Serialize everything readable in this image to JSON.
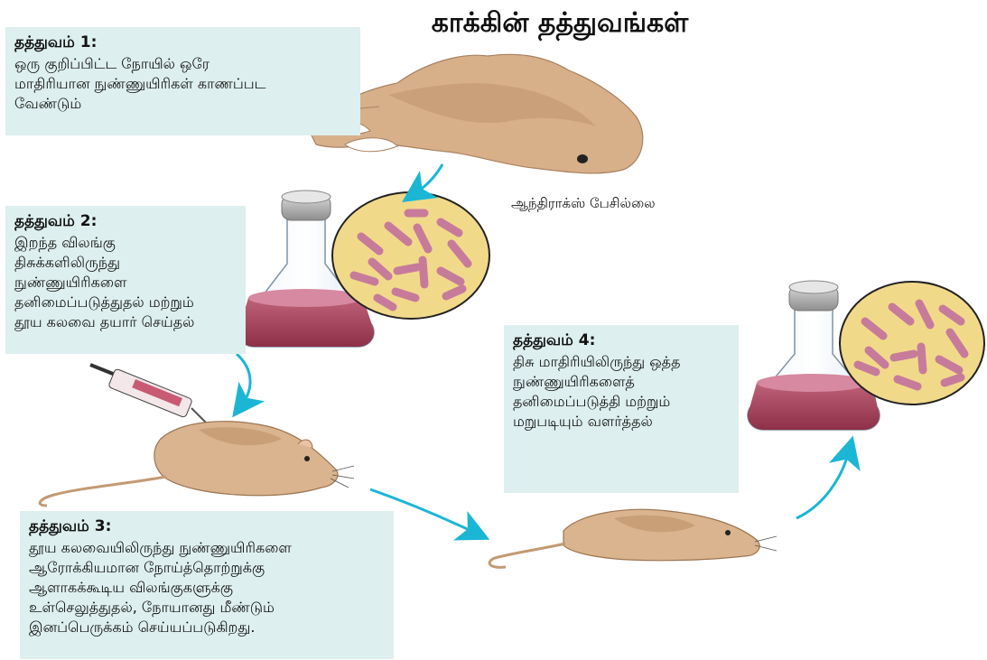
{
  "title": "காக்கின் தத்துவங்கள்",
  "postulates": [
    {
      "heading": "தத்துவம் 1:",
      "lines": [
        "ஒரு குறிப்பிட்ட நோயில் ஒரே",
        "மாதிரியான நுண்ணுயிரிகள் காணப்பட",
        "வேண்டும்"
      ]
    },
    {
      "heading": "தத்துவம் 2:",
      "lines": [
        "இறந்த விலங்கு",
        "திசுக்களிலிருந்து",
        "நுண்ணுயிரிகளை",
        "தனிமைப்படுத்துதல் மற்றும்",
        "தூய கலவை தயார் செய்தல்"
      ]
    },
    {
      "heading": "தத்துவம் 3:",
      "lines": [
        "தூய கலவையிலிருந்து நுண்ணுயிரிகளை",
        "ஆரோக்கியமான நோய்த்தொற்றுக்கு",
        "ஆளாகக்கூடிய விலங்குகளுக்கு",
        "உள்செலுத்துதல், நோயானது மீண்டும்",
        "இனப்பெருக்கம் செய்யப்படுகிறது."
      ]
    },
    {
      "heading": "தத்துவம் 4:",
      "lines": [
        "திசு மாதிரியிலிருந்து ஒத்த",
        "நுண்ணுயிரிகளைத்",
        "தனிமைப்படுத்தி மற்றும்",
        "மறுபடியும் வளர்த்தல்"
      ]
    }
  ],
  "caption": "ஆந்திராக்ஸ் பேசில்லை",
  "colors": {
    "box_bg": "#ddefee",
    "arrow": "#1ab6d4",
    "animal_fur": "#d9b48e",
    "animal_shade": "#c39a72",
    "culture_liquid": "#a8485e",
    "bacteria_rod": "#c77b9a",
    "bacteria_bg": "#f1d98a"
  },
  "icons": [
    "dead-animal-icon",
    "culture-flask-icon",
    "bacteria-culture-icon",
    "syringe-icon",
    "healthy-rat-icon",
    "sick-rat-icon",
    "flow-arrow-icon"
  ]
}
